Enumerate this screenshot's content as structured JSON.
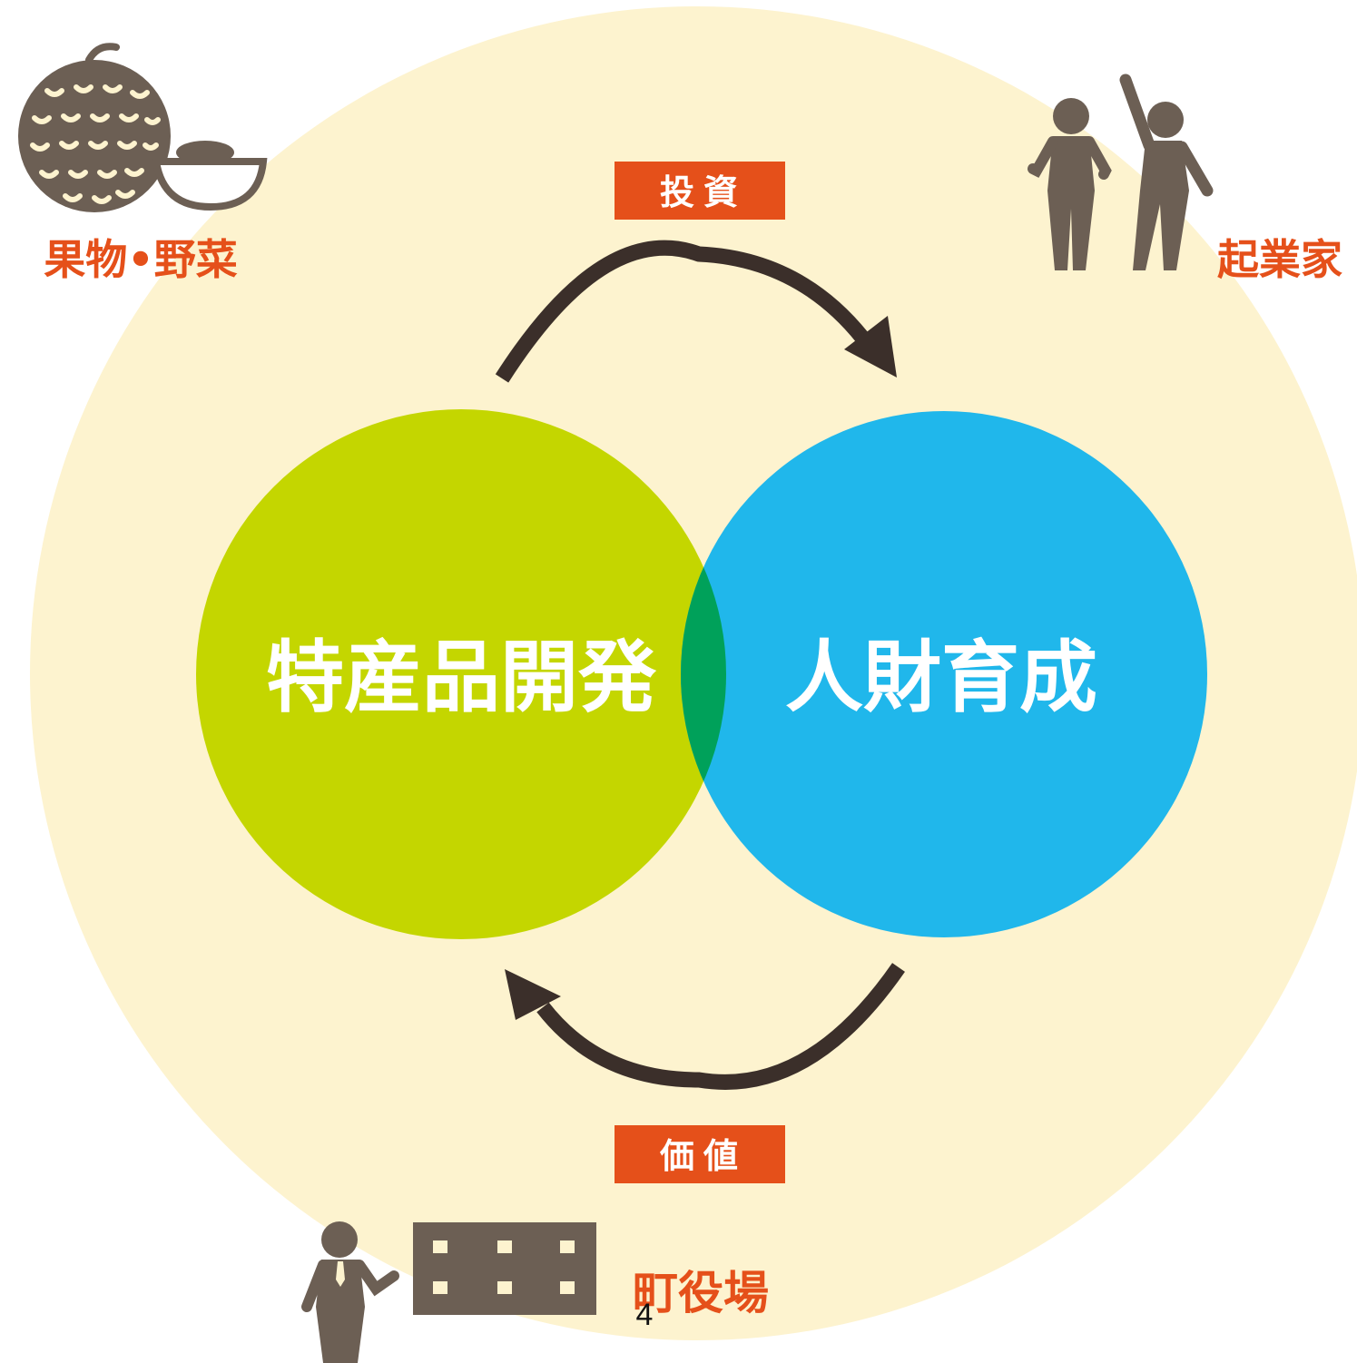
{
  "circles": {
    "left_label": "特産品開発",
    "right_label": "人財育成"
  },
  "flows": {
    "top_tag": "投資",
    "bottom_tag": "価値"
  },
  "stakeholders": {
    "fruits_label": "果物•野菜",
    "entrepreneurs_label": "起業家",
    "town_hall_label": "町役場"
  },
  "page_number": "4",
  "colors": {
    "background_circle": "#fdf3cf",
    "left_circle": "#c4d600",
    "right_circle": "#20b7eb",
    "overlap": "#00a15a",
    "tag_fill": "#e5501a",
    "label_text": "#e5501a",
    "arrow": "#3b2f2a",
    "icon": "#6c5f54"
  },
  "icons": [
    "melon-icon",
    "entrepreneurs-icon",
    "businessman-icon",
    "building-icon"
  ]
}
